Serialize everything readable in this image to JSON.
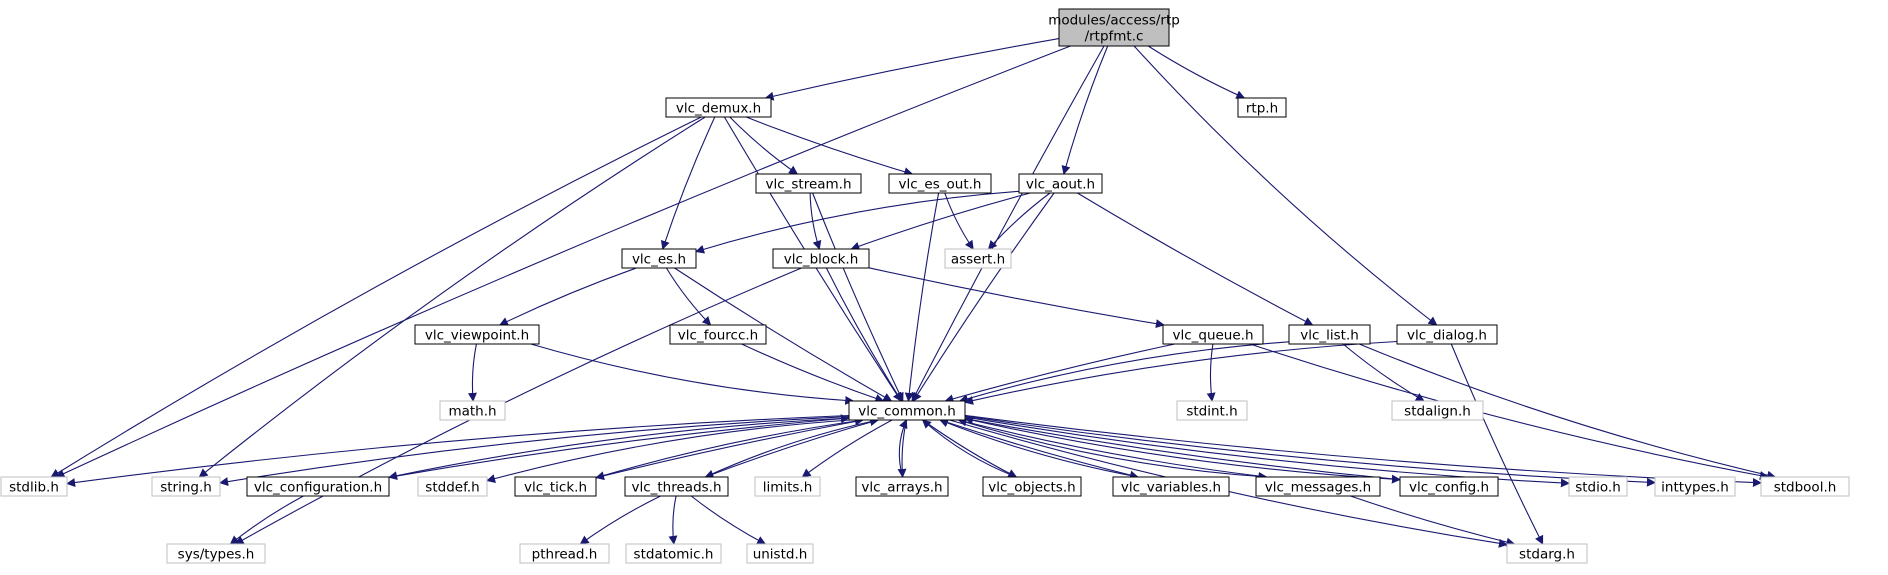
{
  "colors": {
    "edge": "#191970",
    "root_fill": "#bfbfbf",
    "node_border": "#000000",
    "system_border": "#bfbfbf",
    "system_text": "#404040",
    "node_fill": "#ffffff"
  },
  "nodes": [
    {
      "id": "rtpfmt",
      "lines": [
        "modules/access/rtp",
        "/rtpfmt.c"
      ],
      "kind": "root"
    },
    {
      "id": "vlc_demux",
      "lines": [
        "vlc_demux.h"
      ],
      "kind": "project"
    },
    {
      "id": "rtp",
      "lines": [
        "rtp.h"
      ],
      "kind": "project"
    },
    {
      "id": "vlc_stream",
      "lines": [
        "vlc_stream.h"
      ],
      "kind": "project"
    },
    {
      "id": "vlc_es_out",
      "lines": [
        "vlc_es_out.h"
      ],
      "kind": "project"
    },
    {
      "id": "vlc_aout",
      "lines": [
        "vlc_aout.h"
      ],
      "kind": "project"
    },
    {
      "id": "vlc_es",
      "lines": [
        "vlc_es.h"
      ],
      "kind": "project"
    },
    {
      "id": "vlc_block",
      "lines": [
        "vlc_block.h"
      ],
      "kind": "project"
    },
    {
      "id": "assert",
      "lines": [
        "assert.h"
      ],
      "kind": "system"
    },
    {
      "id": "vlc_viewpoint",
      "lines": [
        "vlc_viewpoint.h"
      ],
      "kind": "project"
    },
    {
      "id": "vlc_fourcc",
      "lines": [
        "vlc_fourcc.h"
      ],
      "kind": "project"
    },
    {
      "id": "vlc_queue",
      "lines": [
        "vlc_queue.h"
      ],
      "kind": "project"
    },
    {
      "id": "vlc_list",
      "lines": [
        "vlc_list.h"
      ],
      "kind": "project"
    },
    {
      "id": "vlc_dialog",
      "lines": [
        "vlc_dialog.h"
      ],
      "kind": "project"
    },
    {
      "id": "math",
      "lines": [
        "math.h"
      ],
      "kind": "system"
    },
    {
      "id": "vlc_common",
      "lines": [
        "vlc_common.h"
      ],
      "kind": "project"
    },
    {
      "id": "stdint",
      "lines": [
        "stdint.h"
      ],
      "kind": "system"
    },
    {
      "id": "stdalign",
      "lines": [
        "stdalign.h"
      ],
      "kind": "system"
    },
    {
      "id": "stdlib",
      "lines": [
        "stdlib.h"
      ],
      "kind": "system"
    },
    {
      "id": "string",
      "lines": [
        "string.h"
      ],
      "kind": "system"
    },
    {
      "id": "vlc_configuration",
      "lines": [
        "vlc_configuration.h"
      ],
      "kind": "project"
    },
    {
      "id": "stddef",
      "lines": [
        "stddef.h"
      ],
      "kind": "system"
    },
    {
      "id": "vlc_tick",
      "lines": [
        "vlc_tick.h"
      ],
      "kind": "project"
    },
    {
      "id": "vlc_threads",
      "lines": [
        "vlc_threads.h"
      ],
      "kind": "project"
    },
    {
      "id": "limits",
      "lines": [
        "limits.h"
      ],
      "kind": "system"
    },
    {
      "id": "vlc_arrays",
      "lines": [
        "vlc_arrays.h"
      ],
      "kind": "project"
    },
    {
      "id": "vlc_objects",
      "lines": [
        "vlc_objects.h"
      ],
      "kind": "project"
    },
    {
      "id": "vlc_variables",
      "lines": [
        "vlc_variables.h"
      ],
      "kind": "project"
    },
    {
      "id": "vlc_messages",
      "lines": [
        "vlc_messages.h"
      ],
      "kind": "project"
    },
    {
      "id": "vlc_config",
      "lines": [
        "vlc_config.h"
      ],
      "kind": "project"
    },
    {
      "id": "stdio",
      "lines": [
        "stdio.h"
      ],
      "kind": "system"
    },
    {
      "id": "inttypes",
      "lines": [
        "inttypes.h"
      ],
      "kind": "system"
    },
    {
      "id": "stdbool",
      "lines": [
        "stdbool.h"
      ],
      "kind": "system"
    },
    {
      "id": "sys_types",
      "lines": [
        "sys/types.h"
      ],
      "kind": "system"
    },
    {
      "id": "pthread",
      "lines": [
        "pthread.h"
      ],
      "kind": "system"
    },
    {
      "id": "stdatomic",
      "lines": [
        "stdatomic.h"
      ],
      "kind": "system"
    },
    {
      "id": "unistd",
      "lines": [
        "unistd.h"
      ],
      "kind": "system"
    },
    {
      "id": "stdarg",
      "lines": [
        "stdarg.h"
      ],
      "kind": "system"
    }
  ],
  "edges": [
    [
      "rtpfmt",
      "vlc_demux"
    ],
    [
      "rtpfmt",
      "stdlib"
    ],
    [
      "rtpfmt",
      "rtp"
    ],
    [
      "rtpfmt",
      "vlc_aout"
    ],
    [
      "rtpfmt",
      "vlc_common"
    ],
    [
      "rtpfmt",
      "vlc_dialog"
    ],
    [
      "vlc_demux",
      "vlc_stream"
    ],
    [
      "vlc_demux",
      "vlc_es_out"
    ],
    [
      "vlc_demux",
      "vlc_es"
    ],
    [
      "vlc_demux",
      "vlc_common"
    ],
    [
      "vlc_demux",
      "stdlib"
    ],
    [
      "vlc_demux",
      "string"
    ],
    [
      "vlc_stream",
      "vlc_block"
    ],
    [
      "vlc_stream",
      "vlc_common"
    ],
    [
      "vlc_es_out",
      "assert"
    ],
    [
      "vlc_es_out",
      "vlc_common"
    ],
    [
      "vlc_aout",
      "vlc_es"
    ],
    [
      "vlc_aout",
      "vlc_block"
    ],
    [
      "vlc_aout",
      "assert"
    ],
    [
      "vlc_aout",
      "vlc_common"
    ],
    [
      "vlc_aout",
      "vlc_list"
    ],
    [
      "vlc_es",
      "vlc_viewpoint"
    ],
    [
      "vlc_es",
      "vlc_fourcc"
    ],
    [
      "vlc_es",
      "vlc_common"
    ],
    [
      "vlc_block",
      "vlc_queue"
    ],
    [
      "vlc_block",
      "vlc_common"
    ],
    [
      "vlc_block",
      "sys_types"
    ],
    [
      "vlc_viewpoint",
      "math"
    ],
    [
      "vlc_viewpoint",
      "vlc_common"
    ],
    [
      "vlc_fourcc",
      "vlc_common"
    ],
    [
      "vlc_queue",
      "vlc_common"
    ],
    [
      "vlc_queue",
      "stdint"
    ],
    [
      "vlc_queue",
      "stdbool"
    ],
    [
      "vlc_list",
      "vlc_common"
    ],
    [
      "vlc_list",
      "stdalign"
    ],
    [
      "vlc_list",
      "stdbool"
    ],
    [
      "vlc_dialog",
      "vlc_common"
    ],
    [
      "vlc_dialog",
      "stdarg"
    ],
    [
      "vlc_common",
      "stdlib"
    ],
    [
      "vlc_common",
      "string"
    ],
    [
      "vlc_common",
      "vlc_configuration"
    ],
    [
      "vlc_common",
      "stddef"
    ],
    [
      "vlc_common",
      "vlc_tick"
    ],
    [
      "vlc_common",
      "vlc_threads"
    ],
    [
      "vlc_common",
      "limits"
    ],
    [
      "vlc_common",
      "vlc_arrays"
    ],
    [
      "vlc_common",
      "vlc_objects"
    ],
    [
      "vlc_common",
      "vlc_variables"
    ],
    [
      "vlc_common",
      "vlc_messages"
    ],
    [
      "vlc_common",
      "vlc_config"
    ],
    [
      "vlc_common",
      "stdarg"
    ],
    [
      "vlc_common",
      "stdio"
    ],
    [
      "vlc_common",
      "inttypes"
    ],
    [
      "vlc_common",
      "stdbool"
    ],
    [
      "vlc_configuration",
      "vlc_common"
    ],
    [
      "vlc_configuration",
      "sys_types"
    ],
    [
      "vlc_tick",
      "vlc_common"
    ],
    [
      "vlc_threads",
      "vlc_common"
    ],
    [
      "vlc_threads",
      "pthread"
    ],
    [
      "vlc_threads",
      "stdatomic"
    ],
    [
      "vlc_threads",
      "unistd"
    ],
    [
      "vlc_arrays",
      "vlc_common"
    ],
    [
      "vlc_objects",
      "vlc_common"
    ],
    [
      "vlc_variables",
      "vlc_common"
    ],
    [
      "vlc_messages",
      "vlc_common"
    ],
    [
      "vlc_messages",
      "stdarg"
    ],
    [
      "vlc_config",
      "vlc_common"
    ]
  ]
}
